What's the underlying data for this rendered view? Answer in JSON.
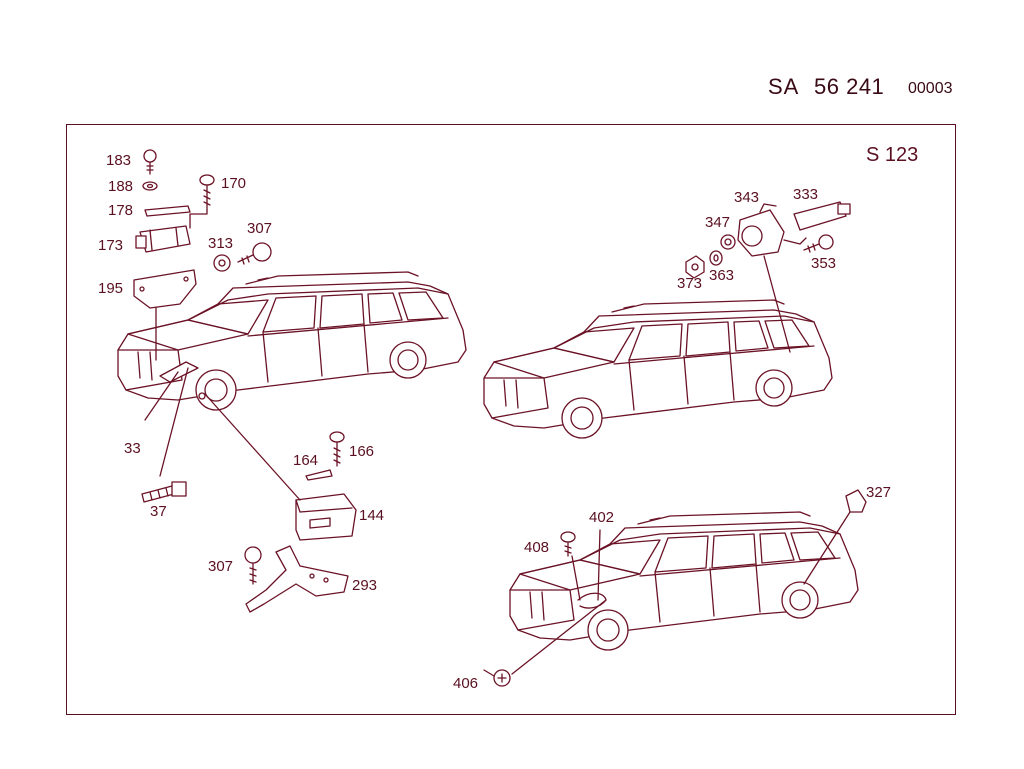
{
  "header": {
    "code": "SA",
    "number": "56 241",
    "sheet": "00003"
  },
  "model": "S 123",
  "callouts": {
    "c183": "183",
    "c188": "188",
    "c170": "170",
    "c178": "178",
    "c173": "173",
    "c307a": "307",
    "c313": "313",
    "c195": "195",
    "c33": "33",
    "c37": "37",
    "c164": "164",
    "c166": "166",
    "c144": "144",
    "c307b": "307",
    "c293": "293",
    "c343": "343",
    "c333": "333",
    "c347": "347",
    "c353": "353",
    "c373": "373",
    "c363": "363",
    "c402": "402",
    "c408": "408",
    "c327": "327",
    "c406": "406"
  }
}
